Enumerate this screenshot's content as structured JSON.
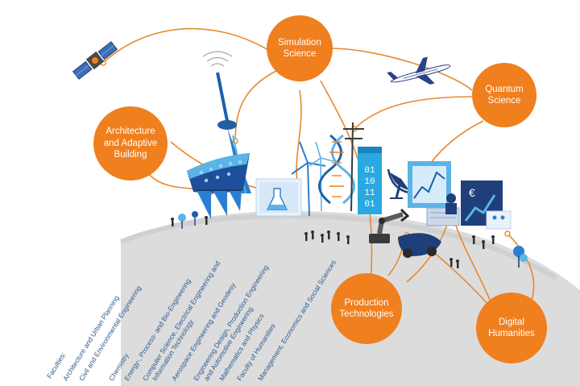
{
  "hubs": {
    "simulation_science": {
      "label": "Simulation Science"
    },
    "quantum_science": {
      "label": "Quantum Science"
    },
    "architecture_adaptive_building": {
      "label": "Architecture and Adaptive Building"
    },
    "production_technologies": {
      "label": "Production Technologies"
    },
    "digital_humanities": {
      "label": "Digital Humanities"
    }
  },
  "faculties": [
    "Faculties:",
    "Architecture and Urban Planning",
    "Civil and Environmental Engineering",
    "Chemistry",
    "Energy-, Process- and Bio-Engineering",
    "Computer Science, Electrical Engineering and",
    "Information Technology",
    "Aerospace Engineering and Geodesy",
    "Engineering Design, Production Engineering",
    "and Automotive Engineering",
    "Mathematics and Physics",
    "Faculty of Humanities",
    "Management, Economics and Social Sciences"
  ],
  "colors": {
    "accent_orange": "#f07f1e",
    "connector_orange": "#e8892e",
    "faculty_text_blue": "#2a5a8c",
    "dark_navy": "#1f3f7a",
    "light_blue": "#5ab4e6",
    "cyan": "#29a9e0",
    "ground_gray": "#d9dadb"
  },
  "icons": [
    "satellite-icon",
    "airplane-icon",
    "tv-tower-icon",
    "adaptive-building-icon",
    "lab-flask-icon",
    "wind-turbine-icon",
    "dna-helix-icon",
    "power-pylon-icon",
    "binary-screen-icon",
    "satellite-dish-icon",
    "data-chart-icon",
    "robot-arm-icon",
    "reading-person-icon",
    "euro-chart-icon",
    "tree-icon",
    "people-icon"
  ],
  "binary_digits": [
    "01",
    "10",
    "11",
    "01"
  ],
  "euro_symbol": "€"
}
